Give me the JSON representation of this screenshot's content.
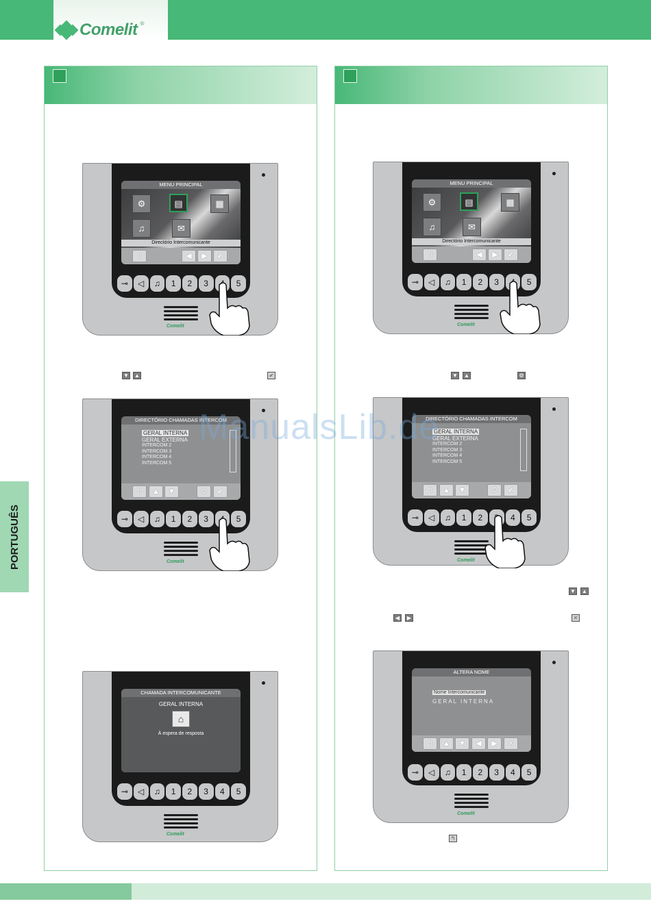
{
  "brand": {
    "name": "Comelit",
    "registered": "®"
  },
  "side_tab": {
    "label": "PORTUGUÊS"
  },
  "watermark": "ManualsLib.de",
  "devices": {
    "d1": {
      "screen_title": "MENU PRINCIPAL",
      "caption": "Directório Intercomunicante",
      "keys": [
        "⊸",
        "◁",
        "♫",
        "1",
        "2",
        "3",
        "4",
        "5"
      ],
      "brand": "Comelit"
    },
    "d2": {
      "screen_title": "DIRECTÓRIO CHAMADAS INTERCOM",
      "items": [
        "GERAL INTERNA",
        "GERAL EXTERNA",
        "INTERCOM 2",
        "INTERCOM 3",
        "INTERCOM 4",
        "INTERCOM 5"
      ],
      "keys": [
        "⊸",
        "◁",
        "♫",
        "1",
        "2",
        "3",
        "4",
        "5"
      ],
      "brand": "Comelit"
    },
    "d3": {
      "screen_title": "CHAMADA INTERCOMUNICANTE",
      "line1": "GERAL INTERNA",
      "status": "À espera de resposta",
      "keys": [
        "⊸",
        "◁",
        "♫",
        "1",
        "2",
        "3",
        "4",
        "5"
      ],
      "brand": "Comelit"
    },
    "d4": {
      "screen_title": "MENU PRINCIPAL",
      "caption": "Directório Intercomunicante",
      "keys": [
        "⊸",
        "◁",
        "♫",
        "1",
        "2",
        "3",
        "4",
        "5"
      ],
      "brand": "Comelit"
    },
    "d5": {
      "screen_title": "DIRECTÓRIO CHAMADAS INTERCOM",
      "items": [
        "GERAL INTERNA",
        "GERAL EXTERNA",
        "INTERCOM 2",
        "INTERCOM 3",
        "INTERCOM 4",
        "INTERCOM 5"
      ],
      "keys": [
        "⊸",
        "◁",
        "♫",
        "1",
        "2",
        "3",
        "4",
        "5"
      ],
      "brand": "Comelit"
    },
    "d6": {
      "screen_title": "ALTERA NOME",
      "field_label": "Nome Intercomunicante",
      "field_value": "GERAL INTERNA",
      "keys": [
        "⊸",
        "◁",
        "♫",
        "1",
        "2",
        "3",
        "4",
        "5"
      ],
      "brand": "Comelit"
    }
  }
}
